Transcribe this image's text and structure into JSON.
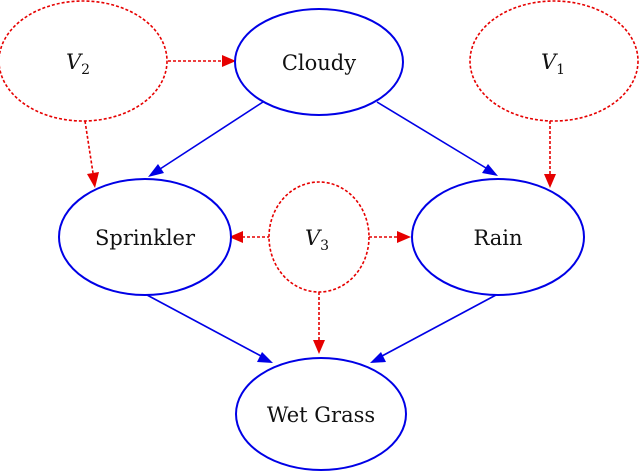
{
  "nodes": {
    "cloudy": {
      "label": "Cloudy"
    },
    "sprinkler": {
      "label": "Sprinkler"
    },
    "rain": {
      "label": "Rain"
    },
    "wet_grass": {
      "label": "Wet Grass"
    }
  },
  "latent_variables": {
    "v1": {
      "symbol": "V",
      "subscript": "1"
    },
    "v2": {
      "symbol": "V",
      "subscript": "2"
    },
    "v3": {
      "symbol": "V",
      "subscript": "3"
    }
  },
  "edges": [
    {
      "from": "cloudy",
      "to": "sprinkler",
      "style": "solid"
    },
    {
      "from": "cloudy",
      "to": "rain",
      "style": "solid"
    },
    {
      "from": "sprinkler",
      "to": "wet_grass",
      "style": "solid"
    },
    {
      "from": "rain",
      "to": "wet_grass",
      "style": "solid"
    },
    {
      "from": "v2",
      "to": "cloudy",
      "style": "dashed"
    },
    {
      "from": "v2",
      "to": "sprinkler",
      "style": "dashed"
    },
    {
      "from": "v1",
      "to": "rain",
      "style": "dashed"
    },
    {
      "from": "v3",
      "to": "sprinkler",
      "style": "dashed"
    },
    {
      "from": "v3",
      "to": "rain",
      "style": "dashed"
    },
    {
      "from": "v3",
      "to": "wet_grass",
      "style": "dashed"
    }
  ],
  "colors": {
    "observed": "#0000e6",
    "latent": "#e60000"
  }
}
